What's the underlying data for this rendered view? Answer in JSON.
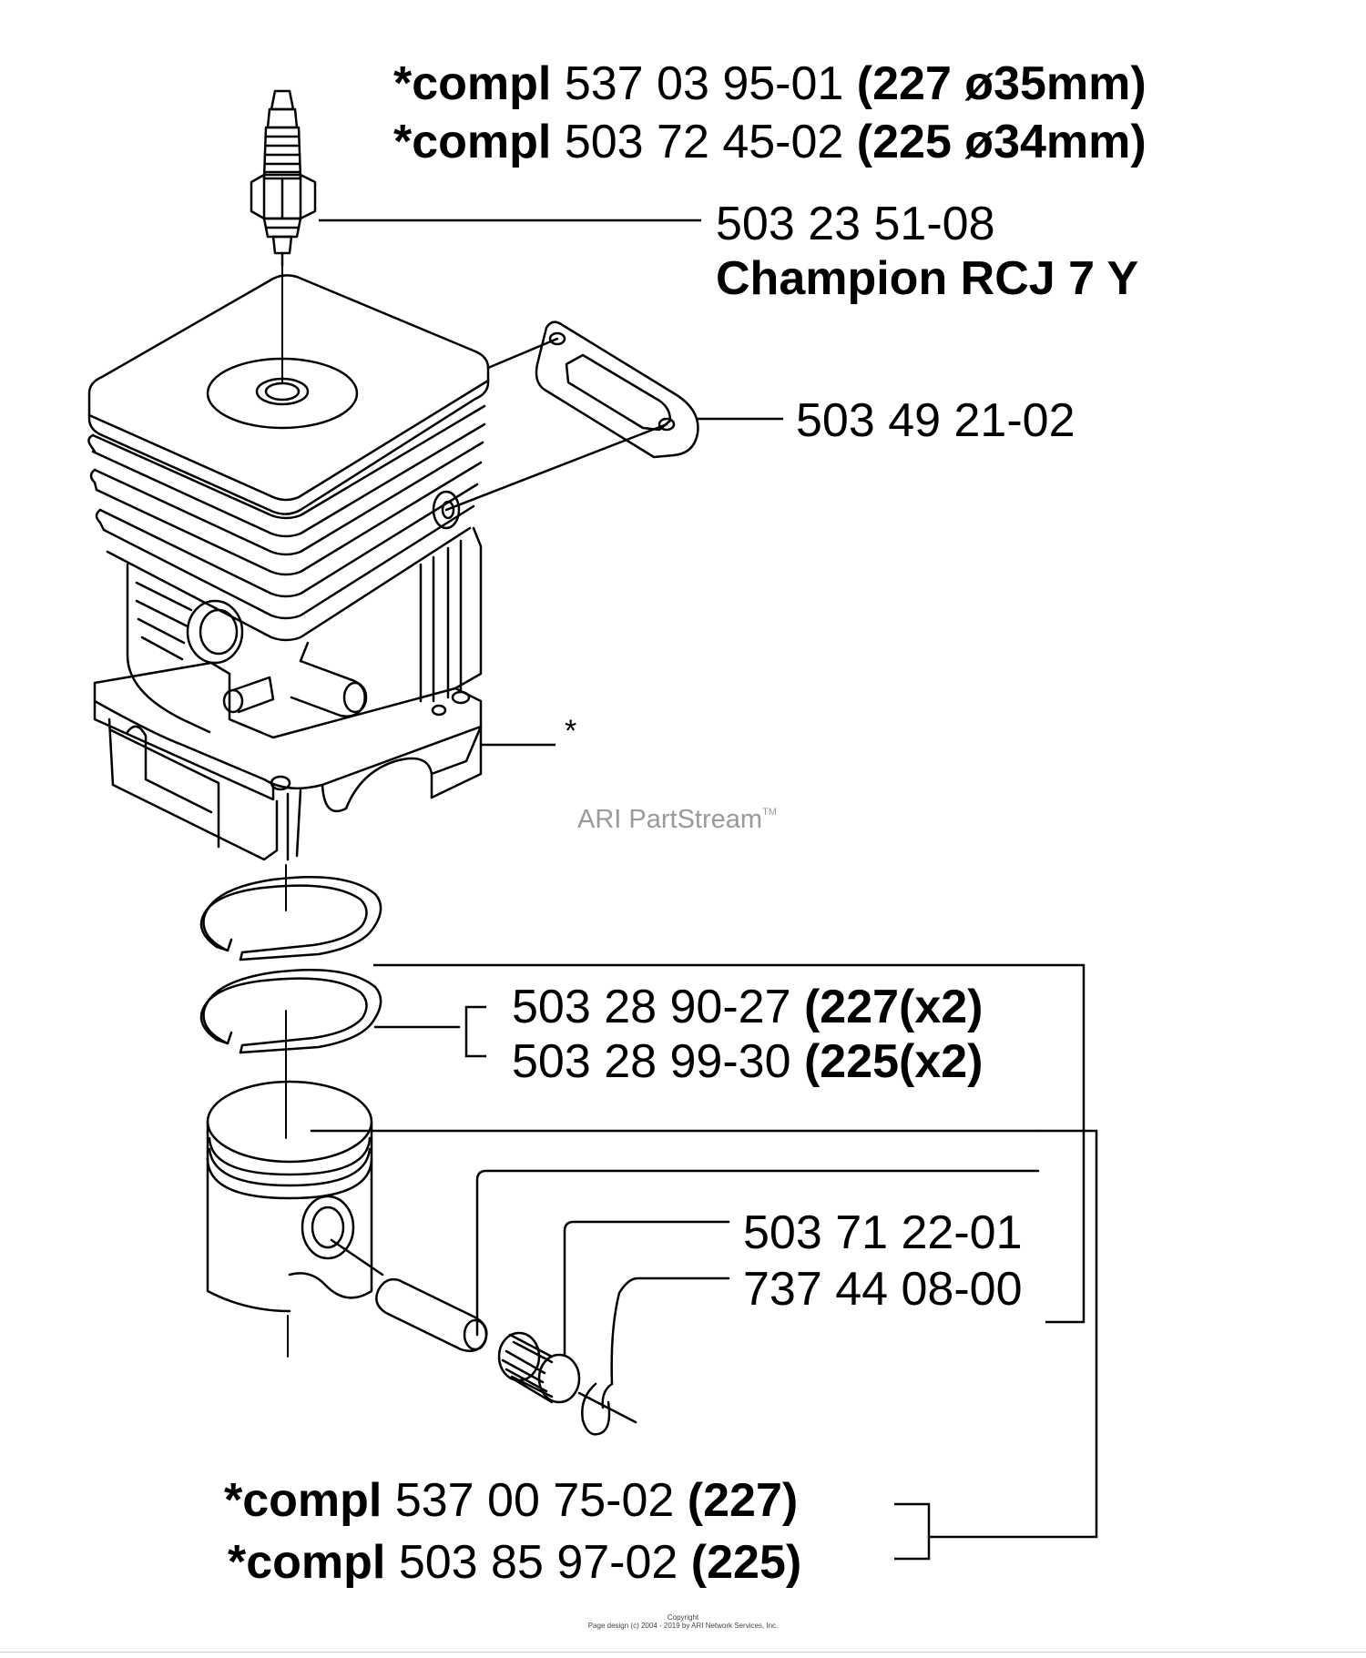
{
  "labels": {
    "cyl_kit_227": {
      "prefix": "*compl",
      "num": "537 03 95-01",
      "spec": "(227  ø35mm)"
    },
    "cyl_kit_225": {
      "prefix": "*compl",
      "num": "503 72 45-02",
      "spec": "(225  ø34mm)"
    },
    "spark_plug_num": "503 23 51-08",
    "spark_plug_name": "Champion RCJ 7 Y",
    "gasket": "503 49 21-02",
    "cylinder_mark": "*",
    "ring_227": {
      "num": "503 28 90-27",
      "spec": "(227(x2)"
    },
    "ring_225": {
      "num": "503 28 99-30",
      "spec": "(225(x2)"
    },
    "bearing": "503 71 22-01",
    "circlip": "737 44 08-00",
    "piston_kit_227": {
      "prefix": "*compl",
      "num": "537 00 75-02",
      "spec": "(227)"
    },
    "piston_kit_225": {
      "prefix": "*compl",
      "num": "503 85 97-02",
      "spec": "(225)"
    }
  },
  "watermark": {
    "text": "ARI PartStream",
    "tm": "TM"
  },
  "copyright": {
    "line1": "Copyright",
    "line2": "Page design (c) 2004 - 2019 by ARI Network Services, Inc."
  }
}
